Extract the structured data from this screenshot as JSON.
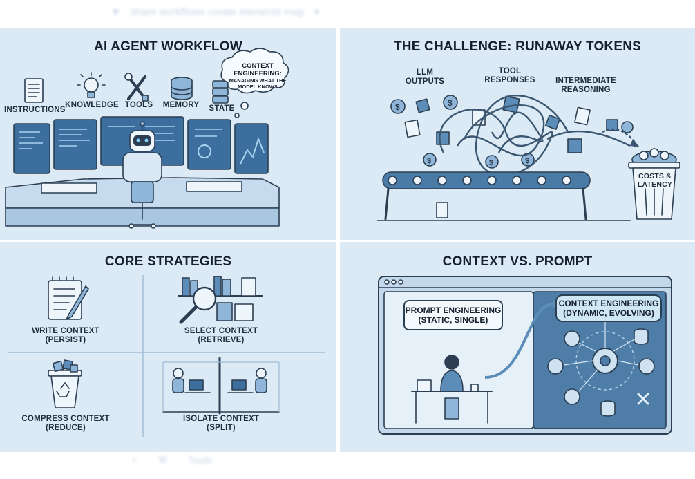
{
  "ghost": {
    "top_text": "share workflows create elements map",
    "bottom_text": "Tools"
  },
  "panels": {
    "workflow": {
      "title": "AI AGENT WORKFLOW",
      "items": [
        "INSTRUCTIONS",
        "KNOWLEDGE",
        "TOOLS",
        "MEMORY",
        "STATE"
      ],
      "cloud_title": "CONTEXT ENGINEERING:",
      "cloud_sub": "MANAGING WHAT THE MODEL KNOWS"
    },
    "challenge": {
      "title": "THE CHALLENGE: RUNAWAY TOKENS",
      "llm": "LLM OUTPUTS",
      "tool": "TOOL RESPONSES",
      "reasoning": "INTERMEDIATE REASONING",
      "bin": "COSTS & LATENCY"
    },
    "strategies": {
      "title": "CORE STRATEGIES",
      "items": [
        {
          "name": "WRITE CONTEXT",
          "sub": "(PERSIST)"
        },
        {
          "name": "SELECT CONTEXT",
          "sub": "(RETRIEVE)"
        },
        {
          "name": "COMPRESS CONTEXT",
          "sub": "(REDUCE)"
        },
        {
          "name": "ISOLATE CONTEXT",
          "sub": "(SPLIT)"
        }
      ]
    },
    "versus": {
      "title": "CONTEXT VS. PROMPT",
      "prompt": "PROMPT ENGINEERING",
      "prompt_sub": "(STATIC, SINGLE)",
      "context": "CONTEXT ENGINEERING",
      "context_sub": "(DYNAMIC, EVOLVING)"
    }
  },
  "colors": {
    "panel_bg": "#dbeaf5",
    "ink": "#2c3e52",
    "accent": "#5c8db8",
    "screen": "#3d6f9e"
  }
}
